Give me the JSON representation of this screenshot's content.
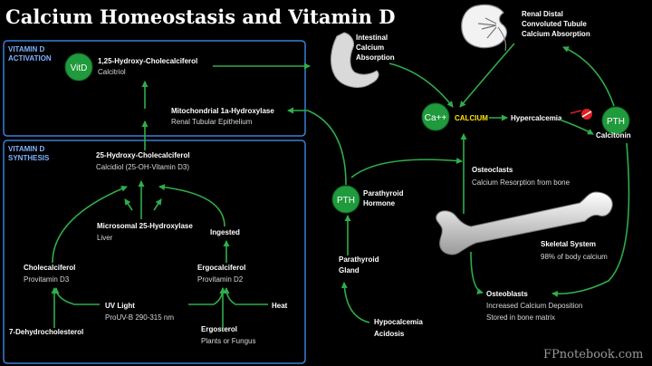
{
  "title": "Calcium Homeostasis and Vitamin D",
  "boxes": {
    "activation": {
      "line1": "VITAMIN D",
      "line2": "ACTIVATION"
    },
    "synthesis": {
      "line1": "VITAMIN D",
      "line2": "SYNTHESIS"
    }
  },
  "circles": {
    "vitd": "VitD",
    "ca": "Ca++",
    "pth_right": "PTH",
    "pth_left": "PTH"
  },
  "nodes": {
    "calcitriol": {
      "line1": "1,25-Hydroxy-Cholecalciferol",
      "line2": "Calcitriol"
    },
    "intestinal": {
      "line1": "Intestinal",
      "line2": "Calcium",
      "line3": "Absorption"
    },
    "renal": {
      "line1": "Renal Distal",
      "line2": "Convoluted Tubule",
      "line3": "Calcium Absorption"
    },
    "mito": {
      "line1": "Mitochondrial 1a-Hydroxylase",
      "line2": "Renal Tubular Epithelium"
    },
    "calcium": "CALCIUM",
    "hypercalcemia": "Hypercalcemia",
    "calcitonin": "Calcitonin",
    "calcidiol": {
      "line1": "25-Hydroxy-Cholecalciferol",
      "line2": "Calcidiol (25-OH-Vitamin D3)"
    },
    "pth_hormone": {
      "line1": "Parathyroid",
      "line2": "Hormone"
    },
    "osteoclasts": {
      "line1": "Osteoclasts",
      "line2": "Calcium Resorption from bone"
    },
    "microsomal": {
      "line1": "Microsomal 25-Hydroxylase",
      "line2": "Liver"
    },
    "ingested": "Ingested",
    "skeletal": {
      "line1": "Skeletal System",
      "line2": "98% of body calcium"
    },
    "cholecalciferol": {
      "line1": "Cholecalciferol",
      "line2": "Provitamin D3"
    },
    "ergocalciferol": {
      "line1": "Ergocalciferol",
      "line2": "Provitamin D2"
    },
    "gland": {
      "line1": "Parathyroid",
      "line2": "Gland"
    },
    "uvlight": {
      "line1": "UV Light",
      "line2": "ProUV-B 290-315 nm"
    },
    "heat": "Heat",
    "osteoblasts": {
      "line1": "Osteoblasts",
      "line2": "Increased Calcium Deposition",
      "line3": "Stored in bone matrix"
    },
    "dehydro": "7-Dehydrocholesterol",
    "ergosterol": {
      "line1": "Ergosterol",
      "line2": "Plants or Fungus"
    },
    "hypocalcemia": {
      "line1": "Hypocalcemia",
      "line2": "Acidosis"
    }
  },
  "watermark": "FPnotebook.com",
  "colors": {
    "arrow": "#2fae4a",
    "circle": "#1f9a3c",
    "box": "#3b7fd6",
    "calcium": "#ffe500",
    "inhibit": "#e02020"
  }
}
